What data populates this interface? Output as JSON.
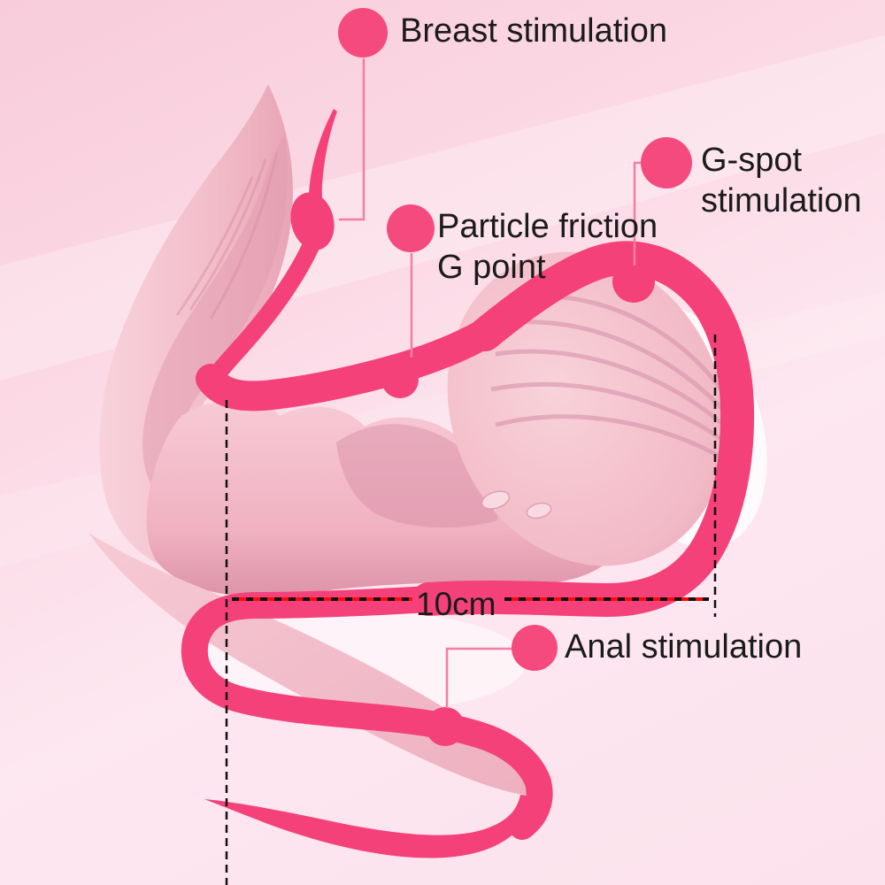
{
  "page": {
    "type": "product-feature-diagram",
    "subject": "wearable-vibrator-annotated-illustration"
  },
  "callouts": {
    "breast": {
      "label": "Breast stimulation"
    },
    "gspot": {
      "line1": "G-spot",
      "line2": "stimulation"
    },
    "particle": {
      "line1": "Particle friction",
      "line2": "G point"
    },
    "anal": {
      "label": "Anal stimulation"
    }
  },
  "measurement": {
    "length_label": "10cm"
  },
  "colors": {
    "background_top": "#f8ccdb",
    "background_bottom": "#fce2ec",
    "ribbon_pink": "#f4417a",
    "callout_dot_pink": "#f54a7e",
    "connector_pink": "#f27fa2",
    "measure_line_red": "#fe0a0a",
    "measure_dash_black": "#111111",
    "label_text": "#1b1b1b",
    "product_skin_light": "#f7cbd6",
    "product_skin_shadow": "#dd8fa5"
  }
}
